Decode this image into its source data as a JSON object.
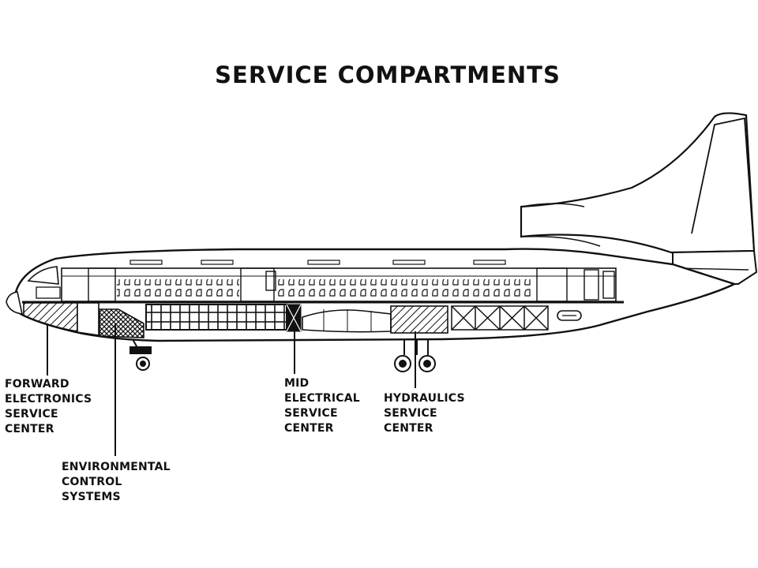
{
  "diagram": {
    "title": "SERVICE COMPARTMENTS",
    "colors": {
      "ink": "#111111",
      "paper": "#ffffff"
    },
    "labels": {
      "forward_electronics": [
        "FORWARD",
        "ELECTRONICS",
        "SERVICE",
        "CENTER"
      ],
      "environmental_control": [
        "ENVIRONMENTAL",
        "CONTROL",
        "SYSTEMS"
      ],
      "mid_electrical": [
        "MID",
        "ELECTRICAL",
        "SERVICE",
        "CENTER"
      ],
      "hydraulics": [
        "HYDRAULICS",
        "SERVICE",
        "CENTER"
      ]
    }
  }
}
